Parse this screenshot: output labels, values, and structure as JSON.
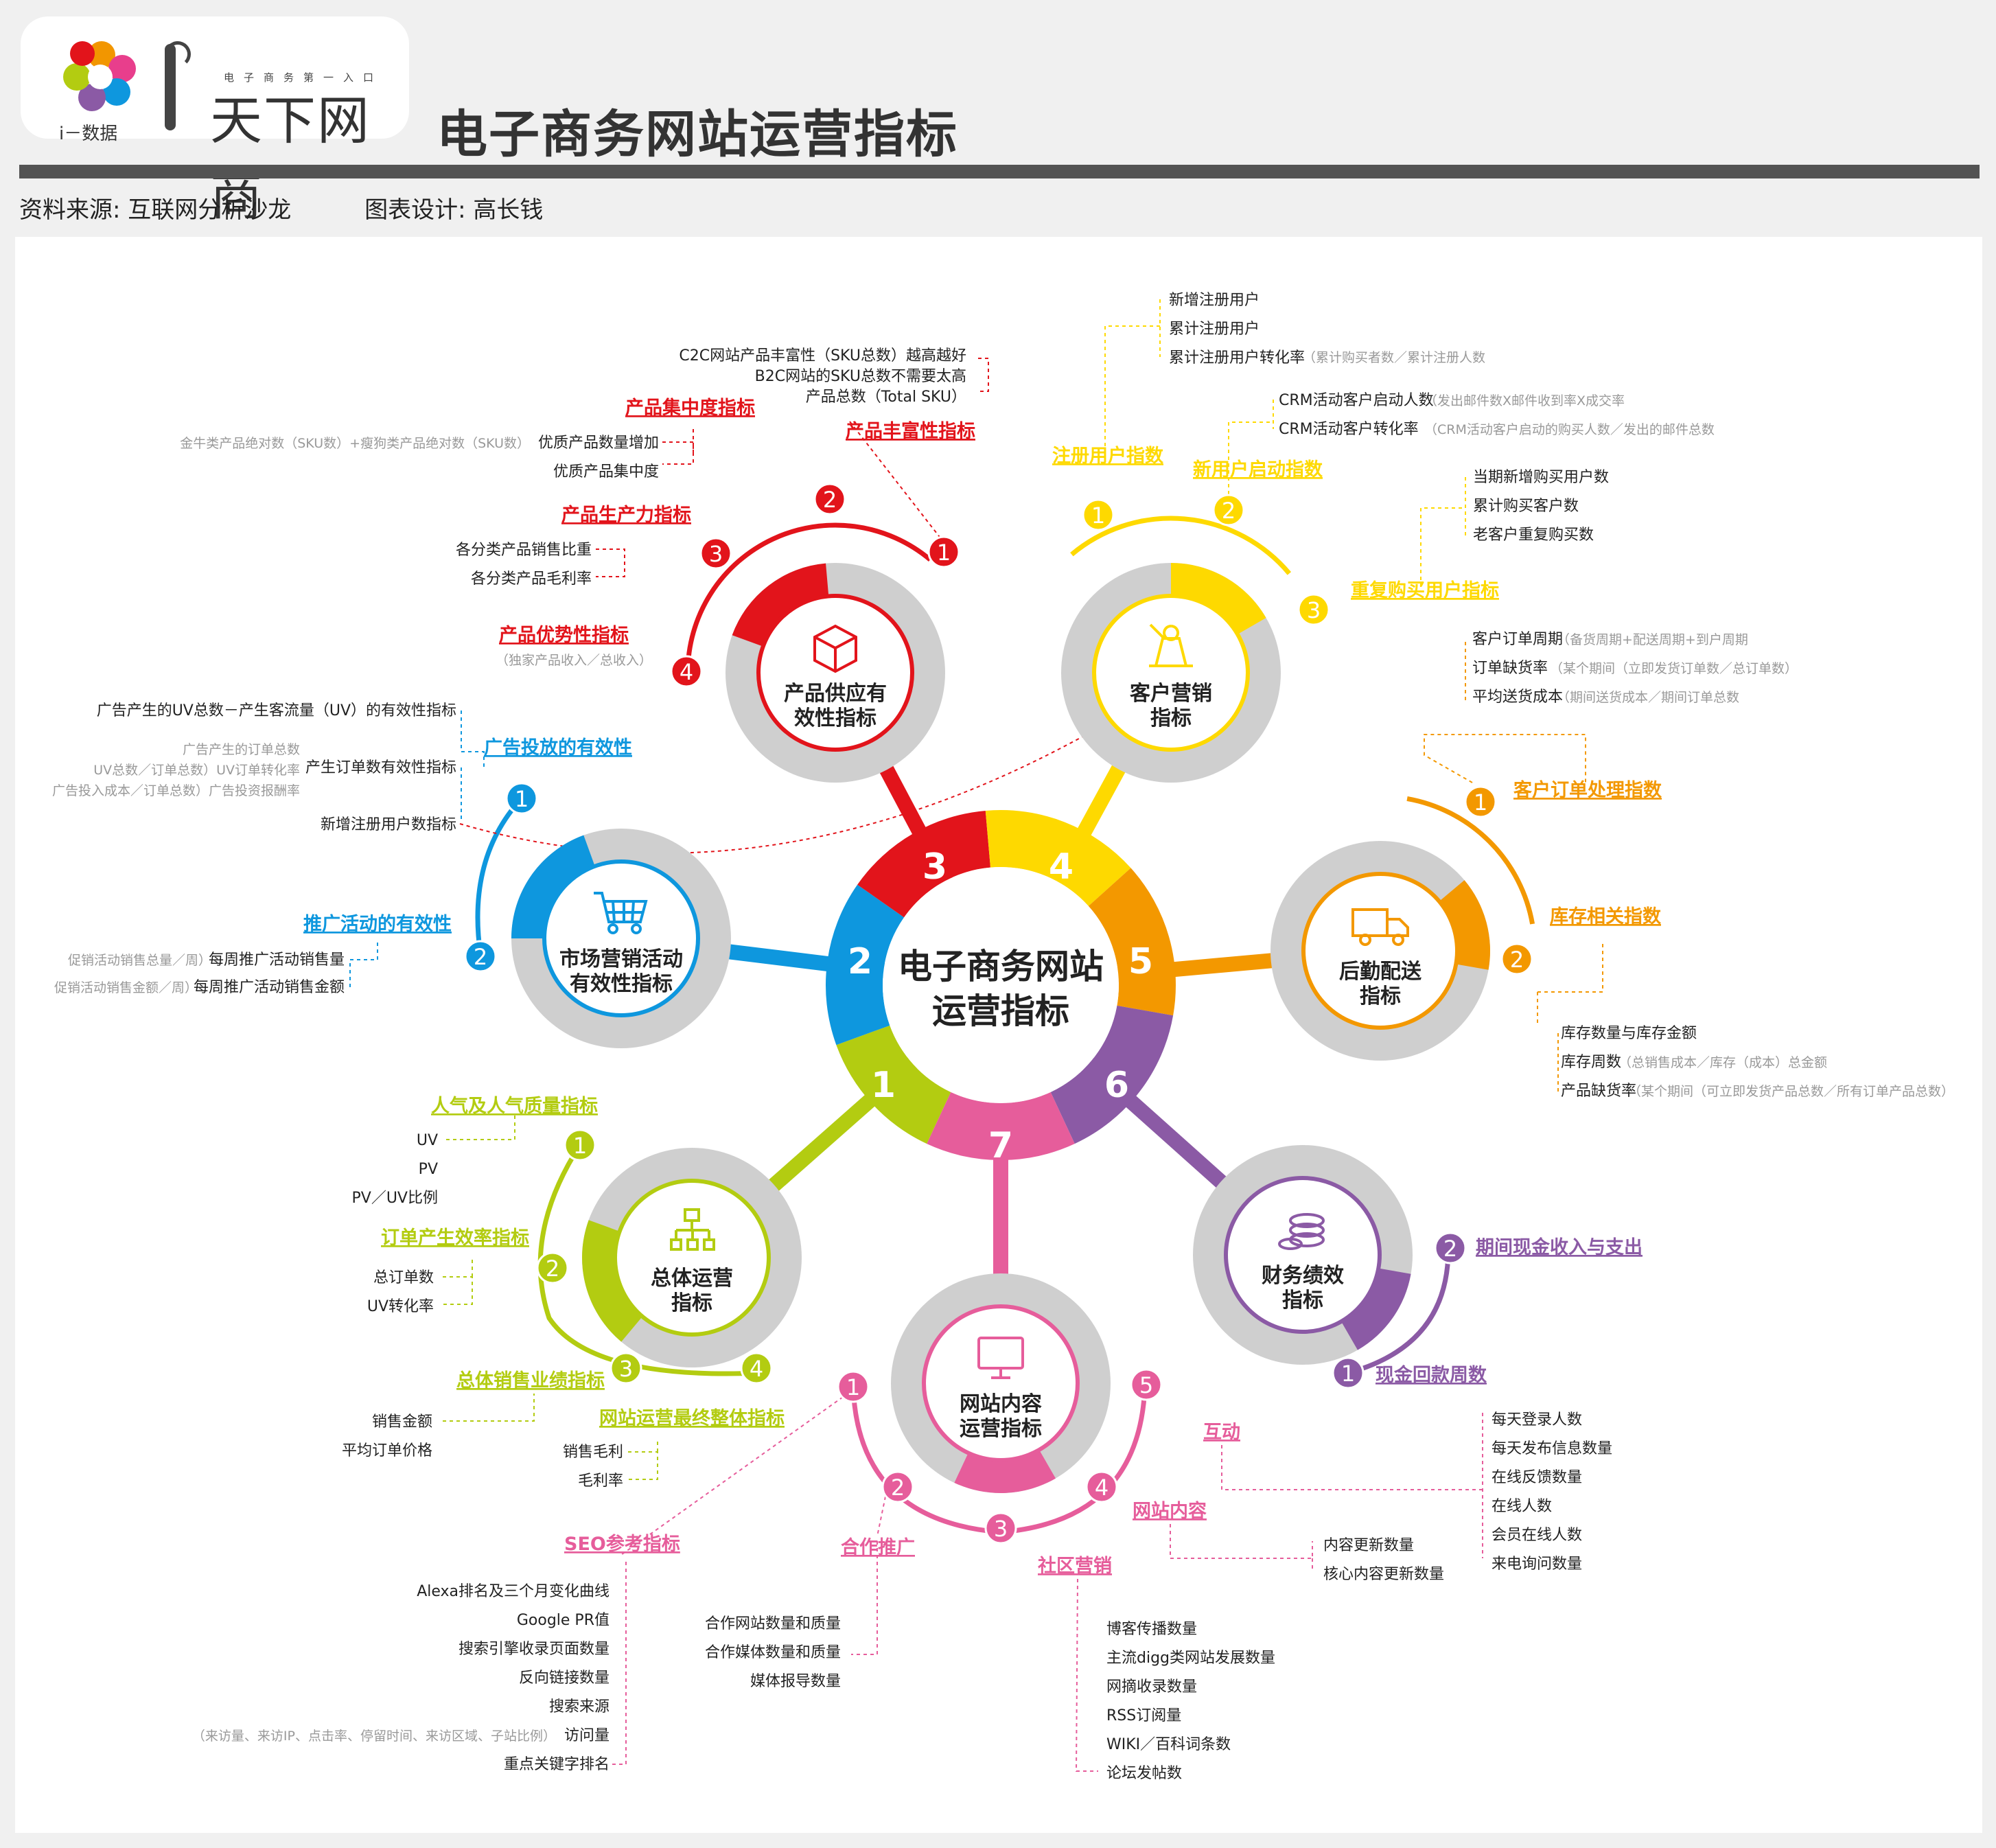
{
  "header": {
    "logo_caption": "i－数据",
    "brand": "天下网商",
    "tagline": "电子商务第一入口",
    "title": "电子商务网站运营指标",
    "source": "资料来源:  互联网分析沙龙",
    "designer": "图表设计:  高长钱"
  },
  "hub": {
    "line1": "电子商务网站",
    "line2": "运营指标"
  },
  "colors": {
    "red": "#e2141b",
    "yellow": "#fed900",
    "orange": "#f39800",
    "purple": "#8b5aa5",
    "pink": "#e65d9b",
    "lime": "#b3cc11",
    "blue": "#0e97de",
    "gray": "#cfcfcf",
    "gray_text": "#999999"
  },
  "segments": [
    "1",
    "2",
    "3",
    "4",
    "5",
    "6",
    "7"
  ],
  "modules": [
    {
      "num": "3",
      "color": "red",
      "icon": "box-icon",
      "title_l1": "产品供应有",
      "title_l2": "效性指标",
      "subs": [
        {
          "n": "1",
          "label": "产品丰富性指标",
          "items": [
            "C2C网站产品丰富性（SKU总数）越高越好",
            "B2C网站的SKU总数不需要太高",
            "产品总数（Total SKU）"
          ]
        },
        {
          "n": "2",
          "label": "产品集中度指标",
          "items": [
            "优质产品数量增加",
            "优质产品集中度"
          ],
          "note": "金牛类产品绝对数（SKU数）+瘦狗类产品绝对数（SKU数）"
        },
        {
          "n": "3",
          "label": "产品生产力指标",
          "items": [
            "各分类产品销售比重",
            "各分类产品毛利率"
          ]
        },
        {
          "n": "4",
          "label": "产品优势性指标",
          "items": [],
          "note": "（独家产品收入／总收入）"
        }
      ]
    },
    {
      "num": "4",
      "color": "yellow",
      "icon": "presenter-icon",
      "title_l1": "客户营销",
      "title_l2": "指标",
      "subs": [
        {
          "n": "1",
          "label": "注册用户指数",
          "items": [
            "新增注册用户",
            "累计注册用户",
            "累计注册用户转化率"
          ],
          "note": "（累计购买者数／累计注册人数"
        },
        {
          "n": "2",
          "label": "新用户启动指数",
          "items": [
            "CRM活动客户启动人数",
            "CRM活动客户转化率"
          ],
          "notes": [
            "（发出邮件数X邮件收到率X成交率",
            "（CRM活动客户启动的购买人数／发出的邮件总数"
          ]
        },
        {
          "n": "3",
          "label": "重复购买用户指标",
          "items": [
            "当期新增购买用户数",
            "累计购买客户数",
            "老客户重复购买数"
          ]
        }
      ]
    },
    {
      "num": "5",
      "color": "orange",
      "icon": "truck-icon",
      "title_l1": "后勤配送",
      "title_l2": "指标",
      "subs": [
        {
          "n": "1",
          "label": "客户订单处理指数",
          "items": [
            "客户订单周期",
            "订单缺货率",
            "平均送货成本"
          ],
          "notes": [
            "（备货周期+配送周期+到户周期",
            "（某个期间（立即发货订单数／总订单数）",
            "（期间送货成本／期间订单总数"
          ]
        },
        {
          "n": "2",
          "label": "库存相关指数",
          "items": [
            "库存数量与库存金额",
            "库存周数",
            "产品缺货率"
          ],
          "notes": [
            "",
            "（总销售成本／库存（成本）总金额",
            "（某个期间（可立即发货产品总数／所有订单产品总数）"
          ]
        }
      ]
    },
    {
      "num": "6",
      "color": "purple",
      "icon": "coins-icon",
      "title_l1": "财务绩效",
      "title_l2": "指标",
      "subs": [
        {
          "n": "1",
          "label": "现金回款周数",
          "items": []
        },
        {
          "n": "2",
          "label": "期间现金收入与支出",
          "items": []
        }
      ]
    },
    {
      "num": "7",
      "color": "pink",
      "icon": "monitor-icon",
      "title_l1": "网站内容",
      "title_l2": "运营指标",
      "subs": [
        {
          "n": "1",
          "label": "SEO参考指标",
          "items": [
            "Alexa排名及三个月变化曲线",
            "Google PR值",
            "搜索引擎收录页面数量",
            "反向链接数量",
            "搜索来源",
            "访问量",
            "重点关键字排名"
          ],
          "note": "（来访量、来访IP、点击率、停留时间、来访区域、子站比例）"
        },
        {
          "n": "2",
          "label": "合作推广",
          "items": [
            "合作网站数量和质量",
            "合作媒体数量和质量",
            "媒体报导数量"
          ]
        },
        {
          "n": "3",
          "label": "社区营销",
          "items": [
            "博客传播数量",
            "主流digg类网站发展数量",
            "网摘收录数量",
            "RSS订阅量",
            "WIKI／百科词条数",
            "论坛发帖数"
          ]
        },
        {
          "n": "4",
          "label": "网站内容",
          "items": [
            "内容更新数量",
            "核心内容更新数量"
          ]
        },
        {
          "n": "5",
          "label": "互动",
          "items": [
            "每天登录人数",
            "每天发布信息数量",
            "在线反馈数量",
            "在线人数",
            "会员在线人数",
            "来电询问数量"
          ]
        }
      ]
    },
    {
      "num": "1",
      "color": "lime",
      "icon": "org-chart-icon",
      "title_l1": "总体运营",
      "title_l2": "指标",
      "subs": [
        {
          "n": "1",
          "label": "人气及人气质量指标",
          "items": [
            "UV",
            "PV",
            "PV／UV比例"
          ]
        },
        {
          "n": "2",
          "label": "订单产生效率指标",
          "items": [
            "总订单数",
            "UV转化率"
          ]
        },
        {
          "n": "3",
          "label": "总体销售业绩指标",
          "items": [
            "销售金额",
            "平均订单价格"
          ]
        },
        {
          "n": "4",
          "label": "网站运营最终整体指标",
          "items": [
            "销售毛利",
            "毛利率"
          ]
        }
      ]
    },
    {
      "num": "2",
      "color": "blue",
      "icon": "cart-icon",
      "title_l1": "市场营销活动",
      "title_l2": "有效性指标",
      "subs": [
        {
          "n": "1",
          "label": "广告投放的有效性",
          "items": [
            "广告产生的UV总数－产生客流量（UV）的有效性指标",
            "产生订单数有效性指标",
            "新增注册用户数指标"
          ],
          "notes": [
            "广告产生的订单总数",
            "UV总数／订单总数）UV订单转化率",
            "广告投入成本／订单总数）广告投资报酬率"
          ]
        },
        {
          "n": "2",
          "label": "推广活动的有效性",
          "items": [
            "每周推广活动销售量",
            "每周推广活动销售金额"
          ],
          "notes": [
            "促销活动销售总量／周）",
            "促销活动销售金额／周）"
          ]
        }
      ]
    }
  ]
}
